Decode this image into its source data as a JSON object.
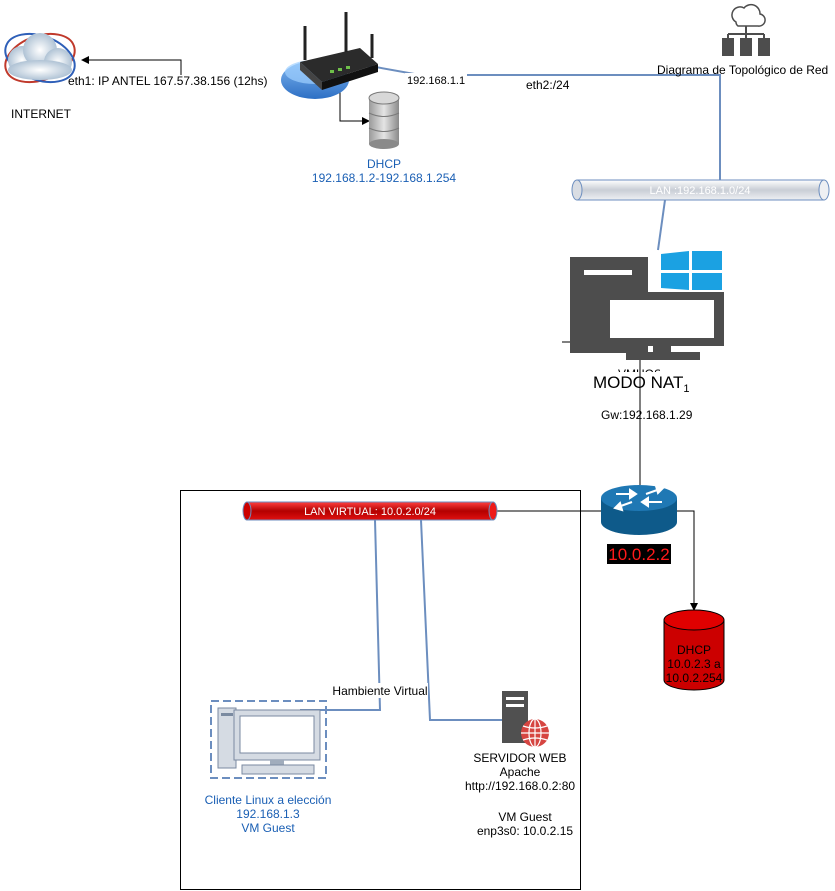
{
  "internet": {
    "label": "INTERNET"
  },
  "router": {
    "eth1_label": "eth1: IP ANTEL 167.57.38.156 (12hs)",
    "lan_ip": "192.168.1.1",
    "eth2_label": "eth2:/24"
  },
  "dhcp_top": {
    "title": "DHCP",
    "range": "192.168.1.2-192.168.1.254"
  },
  "diagram_title": "Diagrama de Topológico de  Red",
  "lan_bus": {
    "label": "LAN :192.168.1.0/24"
  },
  "vmhost": {
    "partial_label": "VMHOST",
    "mode": "MODO NAT",
    "mode_subscript": "1",
    "gateway": "Gw:192.168.1.29"
  },
  "nat_router": {
    "ip": "10.0.2.2"
  },
  "lan_virtual": {
    "label": "LAN VIRTUAL: 10.0.2.0/24"
  },
  "dhcp_virtual": {
    "title": "DHCP",
    "range_line1": "10.0.2.3 a",
    "range_line2": "10.0.2.254"
  },
  "virtual_env": {
    "label": "Hambiente Virtual"
  },
  "client": {
    "title": "Cliente Linux a elección",
    "ip": "192.168.1.3",
    "role": "VM Guest"
  },
  "web_server": {
    "title": "SERVIDOR WEB",
    "software": "Apache",
    "url": "http://192.168.0.2:80",
    "role": "VM Guest",
    "interface": "enp3s0: 10.0.2.15"
  },
  "colors": {
    "link_blue": "#6c8ebf",
    "label_blue": "#1a5fb4",
    "bus_gray": "#d9dde3",
    "bus_red": "#cc0000",
    "router_blue": "#1f78b4",
    "dark_gray": "#4d4d4d",
    "windows_blue": "#1ba1e2"
  }
}
